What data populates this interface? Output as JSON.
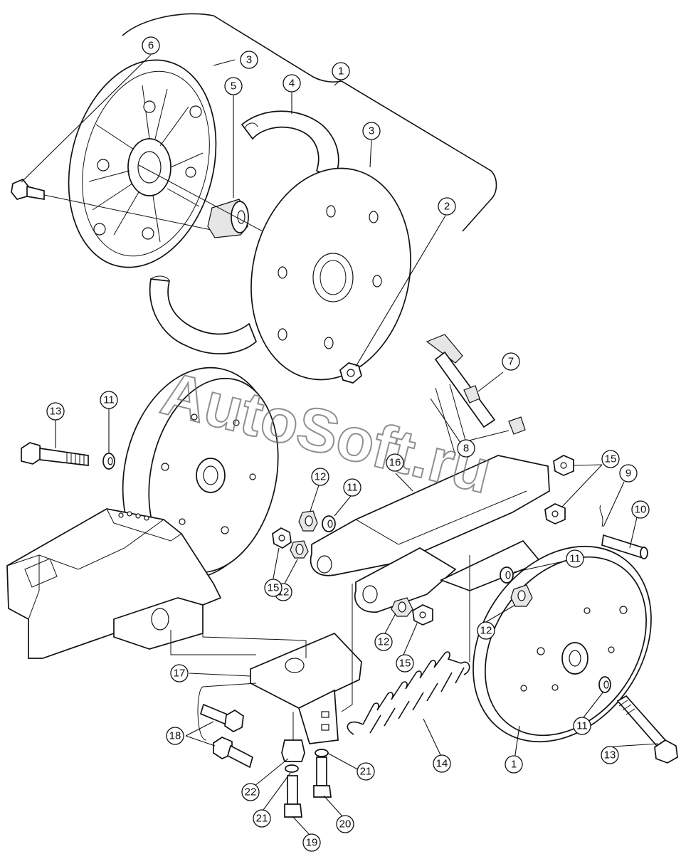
{
  "watermark": "AutoSoft.ru",
  "callouts": [
    {
      "id": "c1a",
      "label": "1"
    },
    {
      "id": "c1b",
      "label": "1"
    },
    {
      "id": "c2",
      "label": "2"
    },
    {
      "id": "c3a",
      "label": "3"
    },
    {
      "id": "c3b",
      "label": "3"
    },
    {
      "id": "c4",
      "label": "4"
    },
    {
      "id": "c5",
      "label": "5"
    },
    {
      "id": "c6",
      "label": "6"
    },
    {
      "id": "c7",
      "label": "7"
    },
    {
      "id": "c8",
      "label": "8"
    },
    {
      "id": "c9",
      "label": "9"
    },
    {
      "id": "c10",
      "label": "10"
    },
    {
      "id": "c11a",
      "label": "11"
    },
    {
      "id": "c11b",
      "label": "11"
    },
    {
      "id": "c11c",
      "label": "11"
    },
    {
      "id": "c11d",
      "label": "11"
    },
    {
      "id": "c12a",
      "label": "12"
    },
    {
      "id": "c12b",
      "label": "12"
    },
    {
      "id": "c12c",
      "label": "12"
    },
    {
      "id": "c12d",
      "label": "12"
    },
    {
      "id": "c13a",
      "label": "13"
    },
    {
      "id": "c13b",
      "label": "13"
    },
    {
      "id": "c14",
      "label": "14"
    },
    {
      "id": "c15a",
      "label": "15"
    },
    {
      "id": "c15b",
      "label": "15"
    },
    {
      "id": "c15c",
      "label": "15"
    },
    {
      "id": "c16",
      "label": "16"
    },
    {
      "id": "c17",
      "label": "17"
    },
    {
      "id": "c18",
      "label": "18"
    },
    {
      "id": "c19",
      "label": "19"
    },
    {
      "id": "c20",
      "label": "20"
    },
    {
      "id": "c21a",
      "label": "21"
    },
    {
      "id": "c21b",
      "label": "21"
    },
    {
      "id": "c22",
      "label": "22"
    }
  ]
}
